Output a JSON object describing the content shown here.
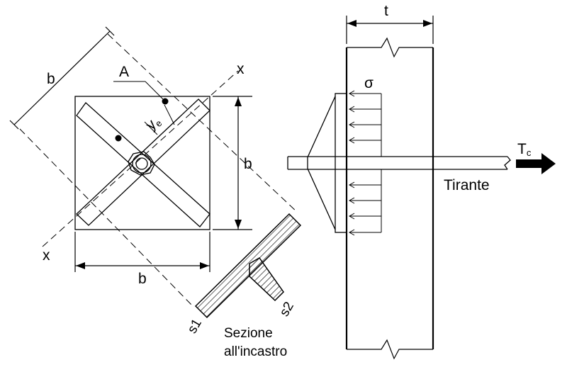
{
  "labels": {
    "b_diag": "b",
    "b_vert": "b",
    "b_horiz": "b",
    "point_a": "A",
    "axis_x_top": "x",
    "axis_x_bottom": "x",
    "ye_main": "y",
    "ye_sub": "e",
    "t": "t",
    "sigma": "σ",
    "tc_main": "T",
    "tc_sub": "c",
    "tirante": "Tirante",
    "s1": "s1",
    "s2": "s2",
    "sezione_line1": "Sezione",
    "sezione_line2": "all'incastro"
  },
  "colors": {
    "ink": "#000000",
    "background": "#ffffff"
  }
}
